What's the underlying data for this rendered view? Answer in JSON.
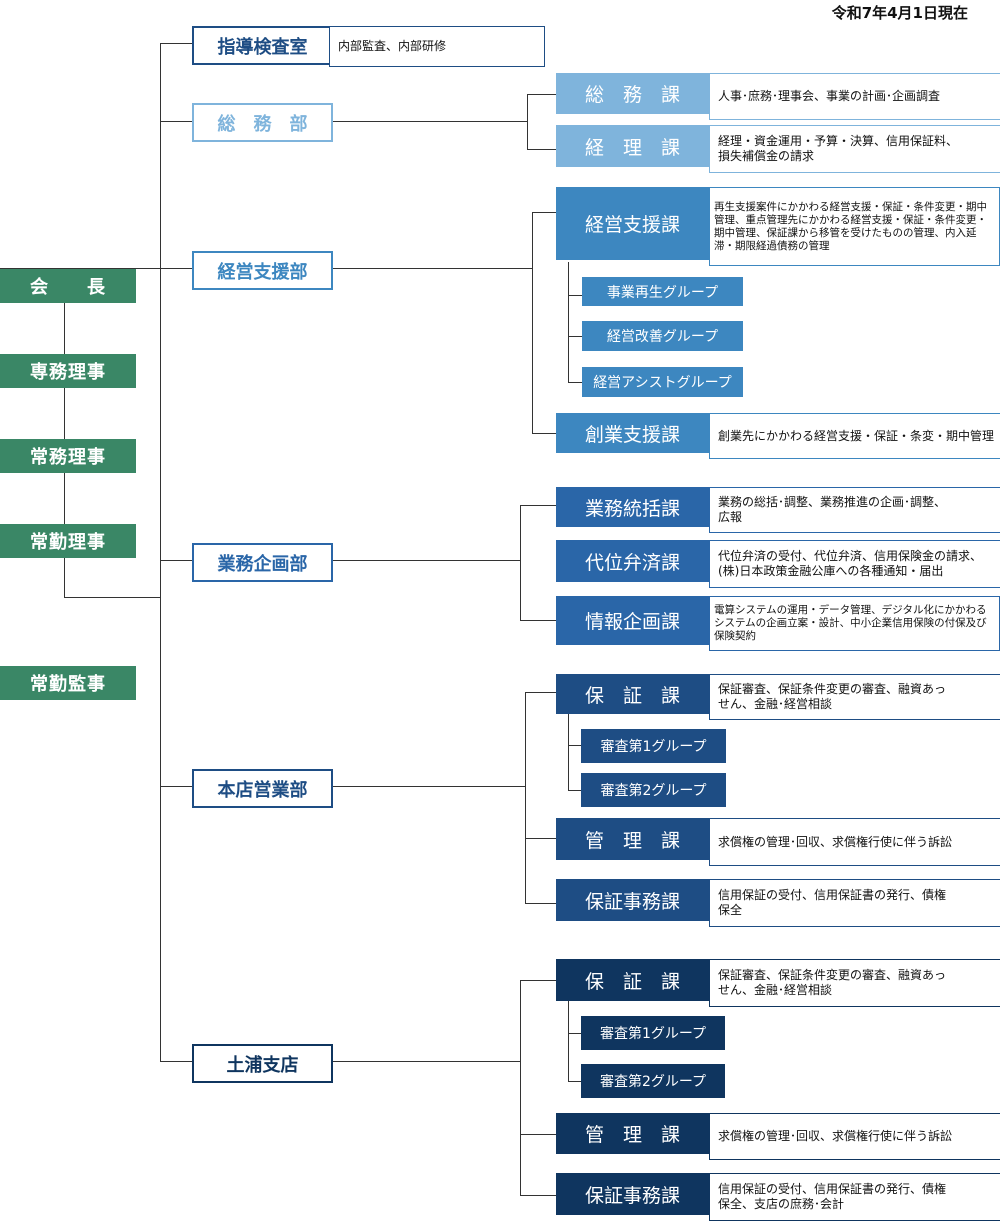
{
  "date": "令和7年4月1日現在",
  "executives": [
    "会　　長",
    "専務理事",
    "常務理事",
    "常勤理事",
    "常勤監事"
  ],
  "departments": {
    "inspection": "指導検査室",
    "general": "総　務　部",
    "support": "経営支援部",
    "planning": "業務企画部",
    "head_office": "本店営業部",
    "tsuchiura": "土浦支店"
  },
  "inspection_desc": "内部監査、内部研修",
  "sections": {
    "soumu": {
      "name": "総　務　課",
      "desc": "人事･庶務･理事会、事業の計画･企画調査"
    },
    "keiri": {
      "name": "経　理　課",
      "desc": "経理・資金運用・予算・決算、信用保証料、\n損失補償金の請求"
    },
    "keiei_shien": {
      "name": "経営支援課",
      "desc": "再生支援案件にかかわる経営支援・保証・条件変更・期中管理、重点管理先にかかわる経営支援・保証・条件変更・期中管理、保証課から移管を受けたものの管理、内入延滞・期限経過債務の管理"
    },
    "sougyou": {
      "name": "創業支援課",
      "desc": "創業先にかかわる経営支援・保証・条変・期中管理"
    },
    "gyomu_tokatsu": {
      "name": "業務統括課",
      "desc": "業務の総括･調整、業務推進の企画･調整、\n広報"
    },
    "daii": {
      "name": "代位弁済課",
      "desc": "代位弁済の受付、代位弁済、信用保険金の請求、\n(株)日本政策金融公庫への各種通知・届出"
    },
    "joho": {
      "name": "情報企画課",
      "desc": "電算システムの運用・データ管理、デジタル化にかかわるシステムの企画立案・設計、中小企業信用保険の付保及び保険契約"
    },
    "hoshou_hq": {
      "name": "保　証　課",
      "desc": "保証審査、保証条件変更の審査、融資あっ\nせん、金融･経営相談"
    },
    "kanri_hq": {
      "name": "管　理　課",
      "desc": "求償権の管理･回収、求償権行使に伴う訴訟"
    },
    "jimu_hq": {
      "name": "保証事務課",
      "desc": "信用保証の受付、信用保証書の発行、債権\n保全"
    },
    "hoshou_ts": {
      "name": "保　証　課",
      "desc": "保証審査、保証条件変更の審査、融資あっ\nせん、金融･経営相談"
    },
    "kanri_ts": {
      "name": "管　理　課",
      "desc": "求償権の管理･回収、求償権行使に伴う訴訟"
    },
    "jimu_ts": {
      "name": "保証事務課",
      "desc": "信用保証の受付、信用保証書の発行、債権\n保全、支店の庶務･会計"
    }
  },
  "groups": {
    "saisei": "事業再生グループ",
    "kaizen": "経営改善グループ",
    "assist": "経営アシストグループ",
    "shinsa1_hq": "審査第1グループ",
    "shinsa2_hq": "審査第2グループ",
    "shinsa1_ts": "審査第1グループ",
    "shinsa2_ts": "審査第2グループ"
  },
  "colors": {
    "exec": "#3a8766",
    "light_blue": "#7fb4dc",
    "mid_blue": "#3d87c0",
    "blue": "#2a66a8",
    "navy": "#1e4d84",
    "dark_navy": "#0f355f"
  }
}
